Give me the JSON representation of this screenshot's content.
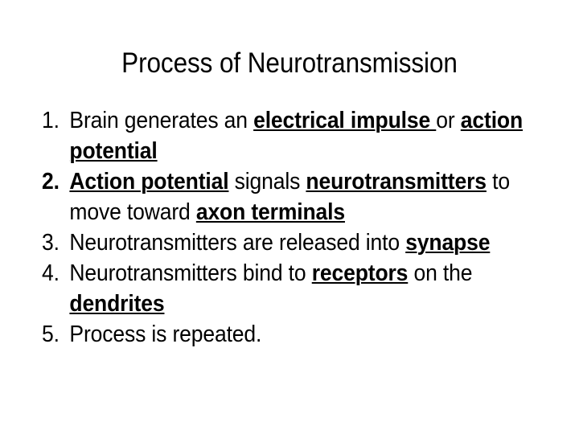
{
  "slide": {
    "title": "Process of Neurotransmission",
    "background_color": "#ffffff",
    "text_color": "#000000",
    "items": [
      {
        "marker": "1.",
        "marker_bold": false,
        "plain_text": "Brain generates an electrical impulse or action potential",
        "runs": [
          {
            "text": "Brain generates an ",
            "emphasis": false
          },
          {
            "text": "electrical impulse ",
            "emphasis": true
          },
          {
            "text": "or ",
            "emphasis": false
          },
          {
            "text": "action potential",
            "emphasis": true
          }
        ]
      },
      {
        "marker": "2.",
        "marker_bold": true,
        "plain_text": "Action potential signals neurotransmitters to move toward axon terminals",
        "runs": [
          {
            "text": "Action potential",
            "emphasis": true
          },
          {
            "text": " signals ",
            "emphasis": false
          },
          {
            "text": "neurotransmitters",
            "emphasis": true
          },
          {
            "text": " to move toward ",
            "emphasis": false
          },
          {
            "text": "axon terminals",
            "emphasis": true
          }
        ]
      },
      {
        "marker": "3.",
        "marker_bold": false,
        "plain_text": "Neurotransmitters are released into synapse",
        "runs": [
          {
            "text": "Neurotransmitters are released into ",
            "emphasis": false
          },
          {
            "text": "synapse",
            "emphasis": true
          }
        ]
      },
      {
        "marker": "4.",
        "marker_bold": false,
        "plain_text": "Neurotransmitters bind to receptors on the dendrites",
        "runs": [
          {
            "text": "Neurotransmitters bind to ",
            "emphasis": false
          },
          {
            "text": "receptors",
            "emphasis": true
          },
          {
            "text": " on the ",
            "emphasis": false
          },
          {
            "text": "dendrites",
            "emphasis": true
          }
        ]
      },
      {
        "marker": "5.",
        "marker_bold": false,
        "plain_text": "Process is repeated.",
        "runs": [
          {
            "text": "Process is repeated.",
            "emphasis": false
          }
        ]
      }
    ]
  }
}
